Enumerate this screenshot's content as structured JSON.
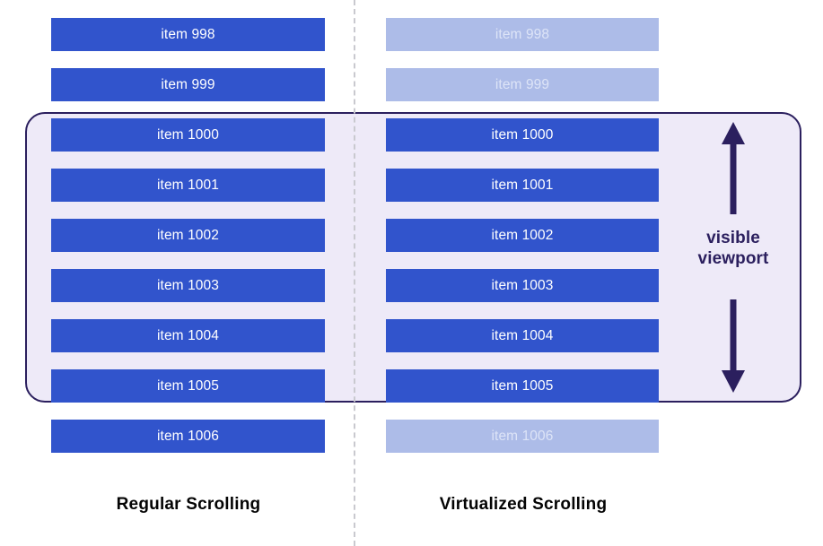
{
  "colors": {
    "item_active_bg": "#3154cc",
    "item_active_text": "#ffffff",
    "item_faded_bg": "#adbce8",
    "item_faded_text": "#dde4f7",
    "viewport_fill": "#eeeaf8",
    "viewport_border": "#2b1f5e",
    "divider": "#c9c9cf",
    "caption_text": "#040404",
    "annotation_text": "#2b1f5e",
    "page_bg": "#ffffff"
  },
  "columns": {
    "left": {
      "caption": "Regular Scrolling",
      "items": [
        {
          "label": "item 998",
          "state": "active"
        },
        {
          "label": "item 999",
          "state": "active"
        },
        {
          "label": "item 1000",
          "state": "active"
        },
        {
          "label": "item 1001",
          "state": "active"
        },
        {
          "label": "item 1002",
          "state": "active"
        },
        {
          "label": "item 1003",
          "state": "active"
        },
        {
          "label": "item 1004",
          "state": "active"
        },
        {
          "label": "item 1005",
          "state": "active"
        },
        {
          "label": "item 1006",
          "state": "active"
        }
      ]
    },
    "right": {
      "caption": "Virtualized Scrolling",
      "items": [
        {
          "label": "item 998",
          "state": "faded"
        },
        {
          "label": "item 999",
          "state": "faded"
        },
        {
          "label": "item 1000",
          "state": "active"
        },
        {
          "label": "item 1001",
          "state": "active"
        },
        {
          "label": "item 1002",
          "state": "active"
        },
        {
          "label": "item 1003",
          "state": "active"
        },
        {
          "label": "item 1004",
          "state": "active"
        },
        {
          "label": "item 1005",
          "state": "active"
        },
        {
          "label": "item 1006",
          "state": "faded"
        }
      ]
    }
  },
  "annotation": {
    "label_line1": "visible",
    "label_line2": "viewport"
  }
}
